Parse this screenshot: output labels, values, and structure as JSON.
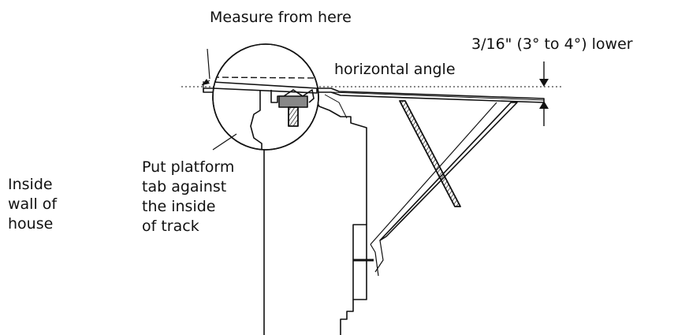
{
  "labels": {
    "measure_from_here": "Measure from here",
    "offset_note": "3/16\"  (3° to 4°) lower",
    "horizontal_angle": "horizontal angle",
    "platform_note": [
      "Put platform",
      "tab against",
      "the inside",
      "of track"
    ],
    "house_note": [
      "Inside",
      "wall of",
      "house"
    ]
  },
  "colors": {
    "ink": "#111111",
    "background": "#ffffff"
  }
}
